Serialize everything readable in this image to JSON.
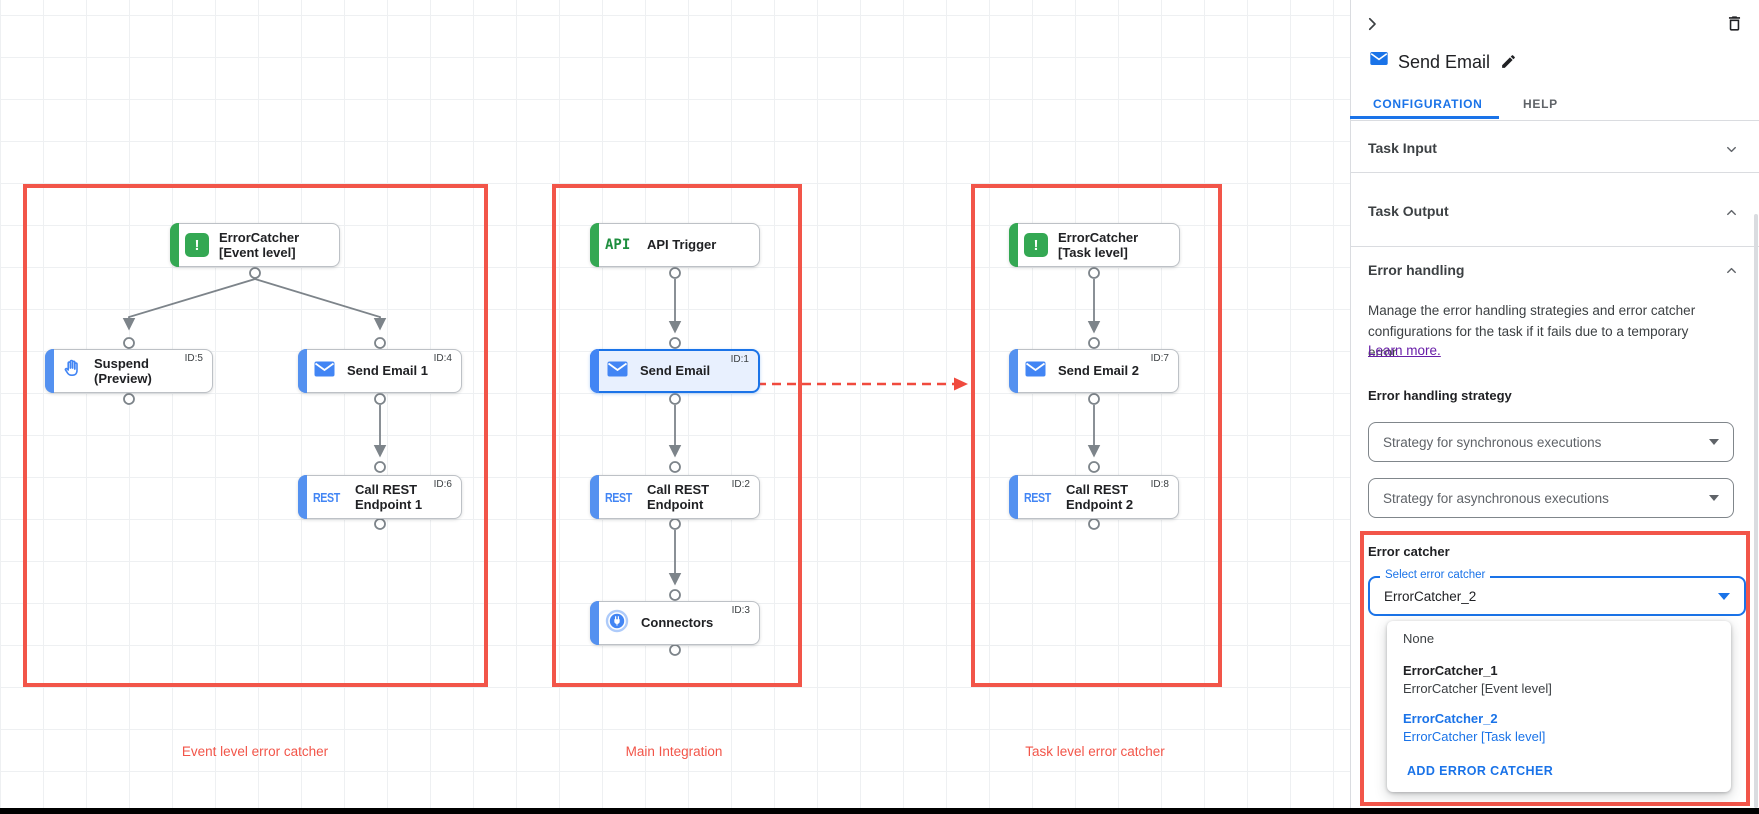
{
  "colors": {
    "annotation_red": "#f25549",
    "accent_blue": "#1a73e8",
    "accent_green": "#34a853",
    "link_purple": "#681da8",
    "edge_gray": "#7d848a",
    "alert_dot_red": "#e53935"
  },
  "canvas": {
    "captions": [
      {
        "text": "Event level error catcher"
      },
      {
        "text": "Main Integration"
      },
      {
        "text": "Task level error catcher"
      }
    ],
    "nodes": [
      {
        "label": "ErrorCatcher [Event level]",
        "icon": "error-catcher-icon"
      },
      {
        "label": "Suspend (Preview)",
        "id_label": "ID:5",
        "icon": "hand-icon"
      },
      {
        "label": "Send Email 1",
        "id_label": "ID:4",
        "icon": "email-icon"
      },
      {
        "label": "Call REST Endpoint 1",
        "id_label": "ID:6",
        "icon": "rest-icon",
        "icon_text": "REST"
      },
      {
        "label": "API Trigger",
        "icon": "api-icon",
        "icon_text": "API"
      },
      {
        "label": "Send Email",
        "id_label": "ID:1",
        "icon": "email-icon",
        "selected": true
      },
      {
        "label": "Call REST Endpoint",
        "id_label": "ID:2",
        "icon": "rest-icon",
        "icon_text": "REST"
      },
      {
        "label": "Connectors",
        "id_label": "ID:3",
        "icon": "connector-icon"
      },
      {
        "label": "ErrorCatcher [Task level]",
        "icon": "error-catcher-icon"
      },
      {
        "label": "Send Email 2",
        "id_label": "ID:7",
        "icon": "email-icon"
      },
      {
        "label": "Call REST Endpoint 2",
        "id_label": "ID:8",
        "icon": "rest-icon",
        "icon_text": "REST"
      }
    ]
  },
  "panel": {
    "title": "Send Email",
    "tabs": [
      {
        "label": "CONFIGURATION",
        "active": true
      },
      {
        "label": "HELP",
        "active": false
      }
    ],
    "sections": [
      {
        "label": "Task Input",
        "state": "collapsed"
      },
      {
        "label": "Task Output",
        "state": "expanded"
      },
      {
        "label": "Error handling",
        "state": "expanded"
      }
    ],
    "error_handling": {
      "description": "Manage the error handling strategies and error catcher configurations for the task if it fails due to a temporary error.",
      "learn_more": "Learn more.",
      "strategy_label": "Error handling strategy",
      "sync_placeholder": "Strategy for synchronous executions",
      "async_placeholder": "Strategy for asynchronous executions"
    },
    "error_catcher": {
      "label": "Error catcher",
      "select_label": "Select error catcher",
      "value": "ErrorCatcher_2",
      "menu": {
        "none_label": "None",
        "options": [
          {
            "name": "ErrorCatcher_1",
            "desc": "ErrorCatcher [Event level]",
            "selected": false
          },
          {
            "name": "ErrorCatcher_2",
            "desc": "ErrorCatcher [Task level]",
            "selected": true
          }
        ],
        "add_label": "ADD ERROR CATCHER"
      }
    }
  }
}
